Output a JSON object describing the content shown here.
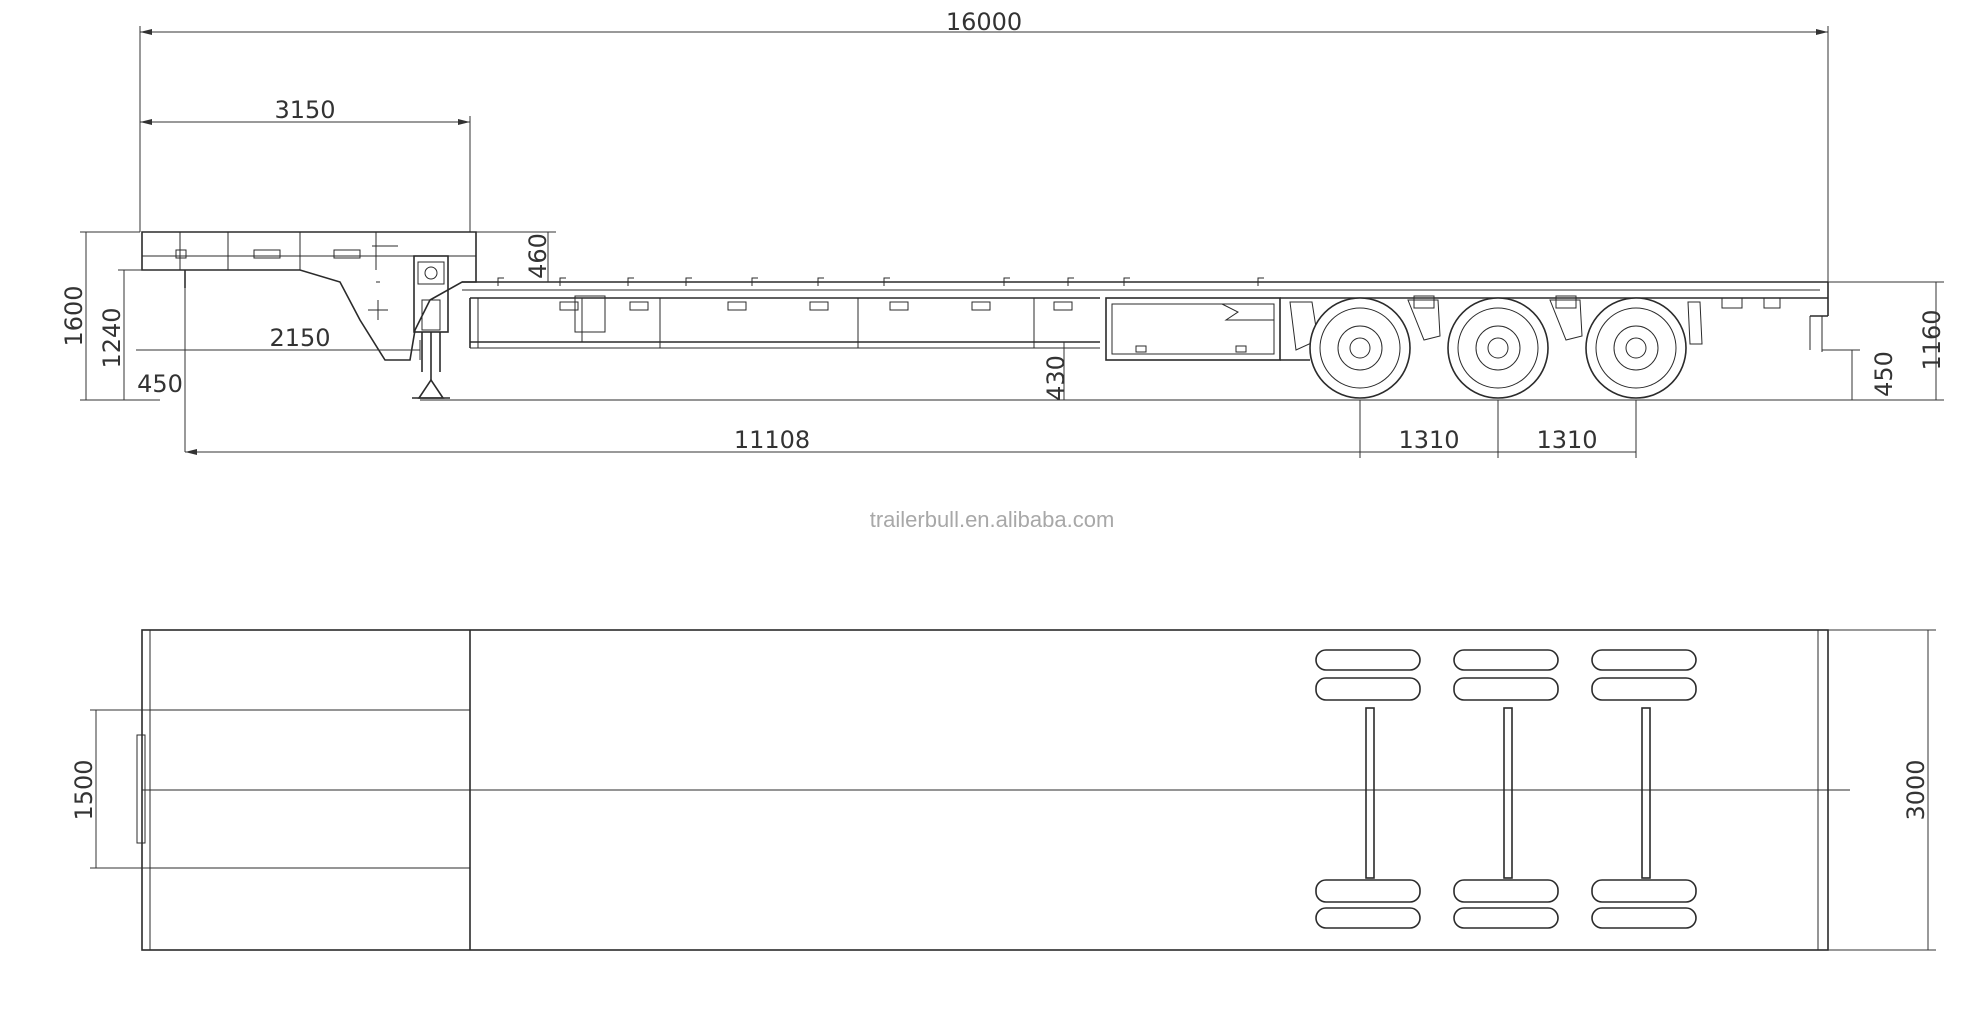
{
  "watermark": "trailerbull.en.alibaba.com",
  "side_view": {
    "dimensions": {
      "overall_length": "16000",
      "gooseneck_length": "3150",
      "kingpin_to_gooseneck": "2150",
      "height_front": "1600",
      "height_kingpin_plate": "1240",
      "kingpin_offset": "450",
      "gooseneck_step": "460",
      "deck_height_low": "430",
      "kingpin_to_axle": "11108",
      "axle_spacing_1": "1310",
      "axle_spacing_2": "1310",
      "rear_height": "1160",
      "rear_lamp_height": "450"
    }
  },
  "top_view": {
    "dimensions": {
      "front_width": "1500",
      "overall_width": "3000"
    }
  }
}
